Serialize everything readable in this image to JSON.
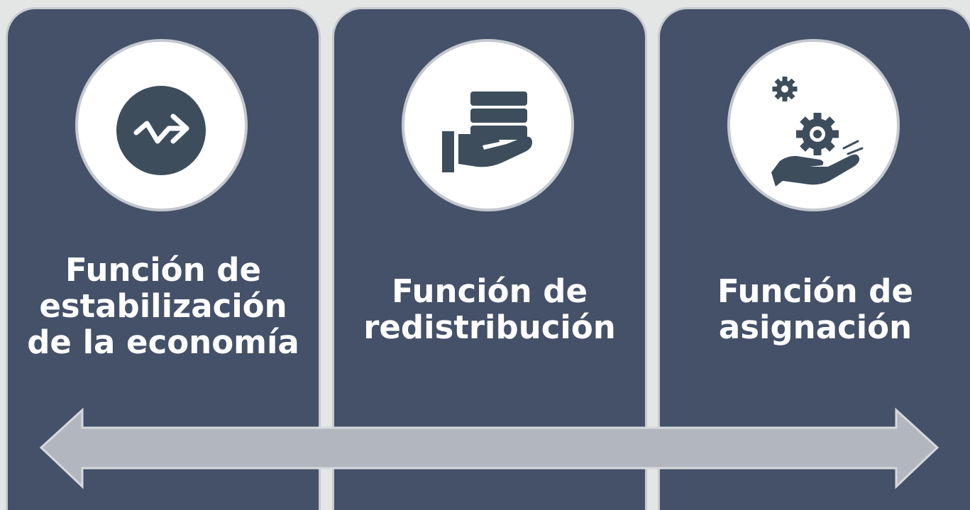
{
  "cards": [
    {
      "title": "Función de\nestabilización\nde la economía",
      "icon": "trend-arrow-icon"
    },
    {
      "title": "Función de\nredistribución",
      "icon": "hand-with-coins-icon"
    },
    {
      "title": "Función de\nasignación",
      "icon": "hand-with-gears-icon"
    }
  ],
  "colors": {
    "card_fill": "#445168",
    "icon_color": "#3d4d5c",
    "arrow_fill": "#b2b6bf",
    "background": "#e3e6e5"
  }
}
